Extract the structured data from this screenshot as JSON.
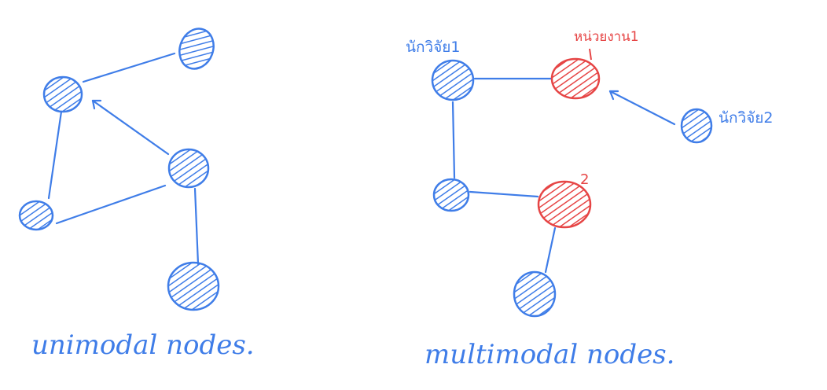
{
  "colors": {
    "blue": "#3f7de8",
    "red": "#e64545",
    "background": "#ffffff"
  },
  "left_diagram": {
    "caption": "unimodal nodes."
  },
  "right_diagram": {
    "caption": "multimodal nodes.",
    "labels": {
      "top_left_node": "นักวิจัย1",
      "top_red_node": "หน่วยงาน1",
      "right_node": "นักวิจัย2",
      "bottom_red_node": "2"
    }
  }
}
